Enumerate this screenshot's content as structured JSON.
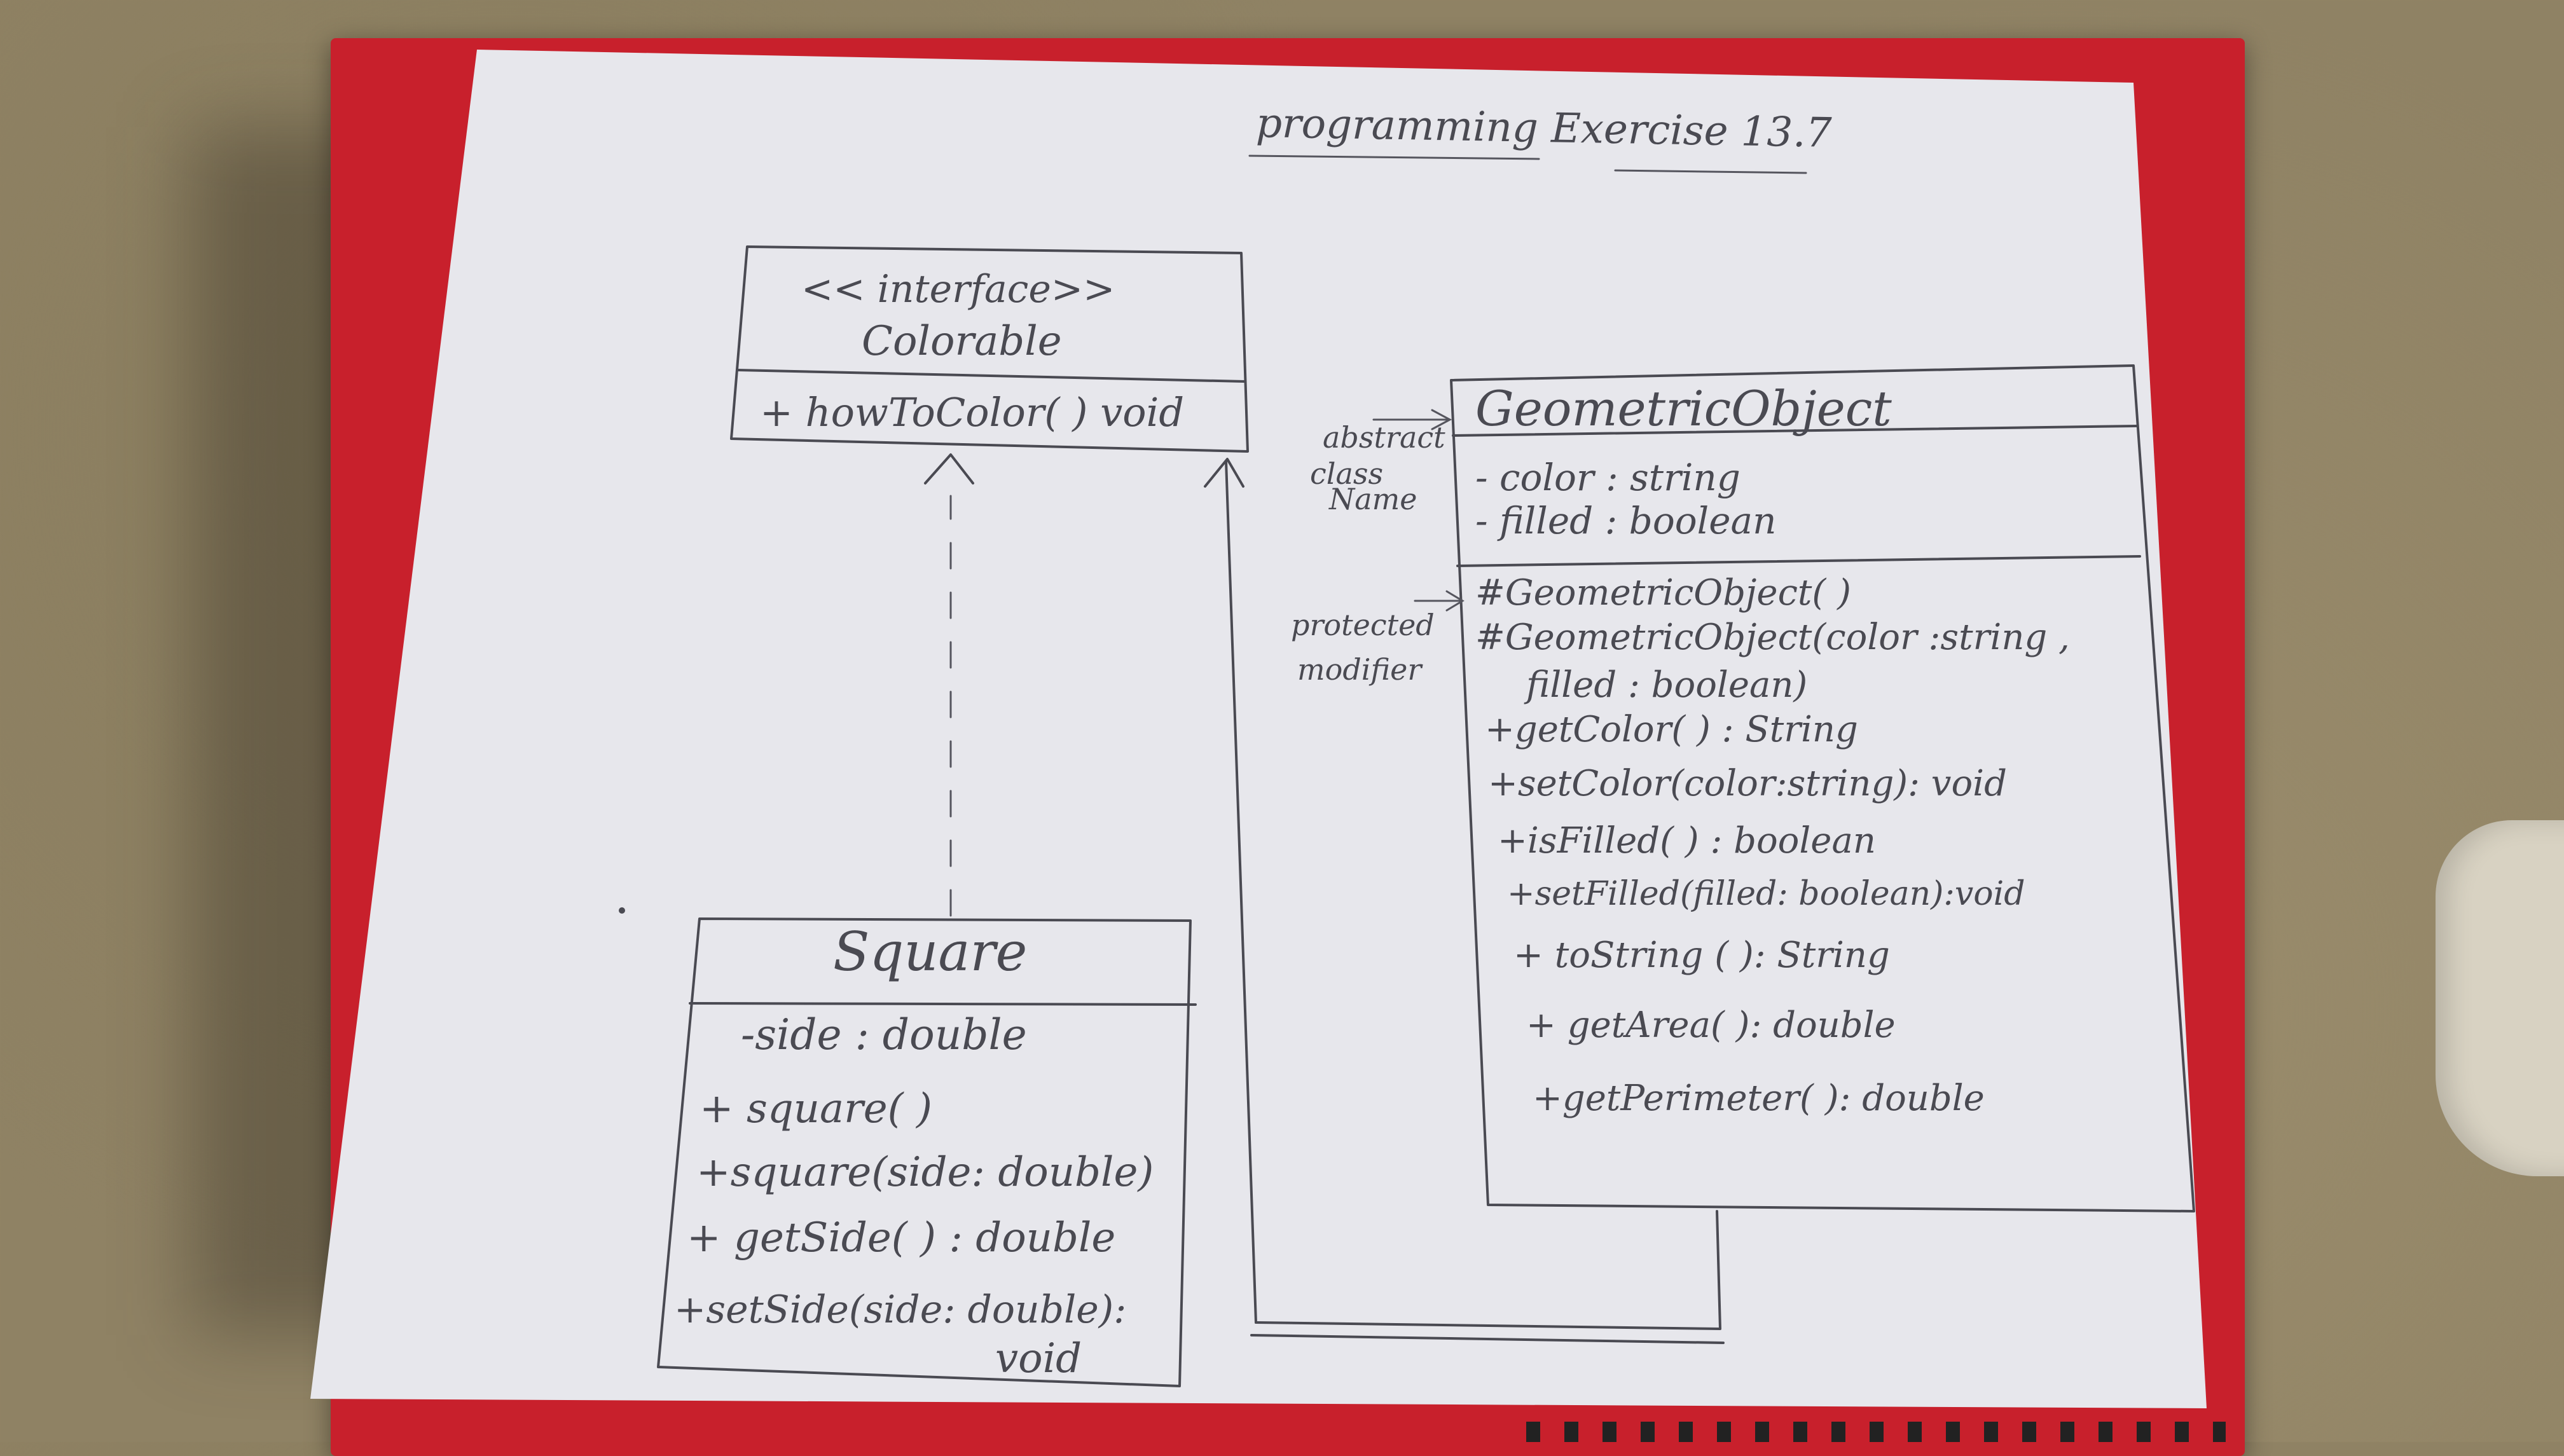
{
  "title": "programming Exercise 13.7",
  "interface": {
    "stereotype": "<< interface>>",
    "name": "Colorable",
    "methods": [
      "+ howToColor( ) void"
    ]
  },
  "geometric_object": {
    "name": "GeometricObject",
    "fields": [
      "- color : string",
      "- filled : boolean"
    ],
    "methods": [
      "#GeometricObject( )",
      "#GeometricObject(color :string ,",
      "filled : boolean)",
      "+getColor( ) : String",
      "+setColor(color:string): void",
      "+isFilled( ) : boolean",
      "+setFilled(filled: boolean):void",
      "+ toString ( ): String",
      "+ getArea( ): double",
      "+getPerimeter( ): double"
    ]
  },
  "square": {
    "name": "Square",
    "fields": [
      "-side : double"
    ],
    "methods": [
      "+ square( )",
      "+square(side: double)",
      "+ getSide( ) : double",
      "+setSide(side: double):",
      "void"
    ]
  },
  "annotations": {
    "abstract": [
      "abstract",
      "class",
      "Name"
    ],
    "protected": [
      "protected",
      "modifier"
    ]
  },
  "colors": {
    "paper": "#e7e7ec",
    "ink": "#4a4a52",
    "folder": "#c8202c",
    "carpet": "#8f8264"
  }
}
